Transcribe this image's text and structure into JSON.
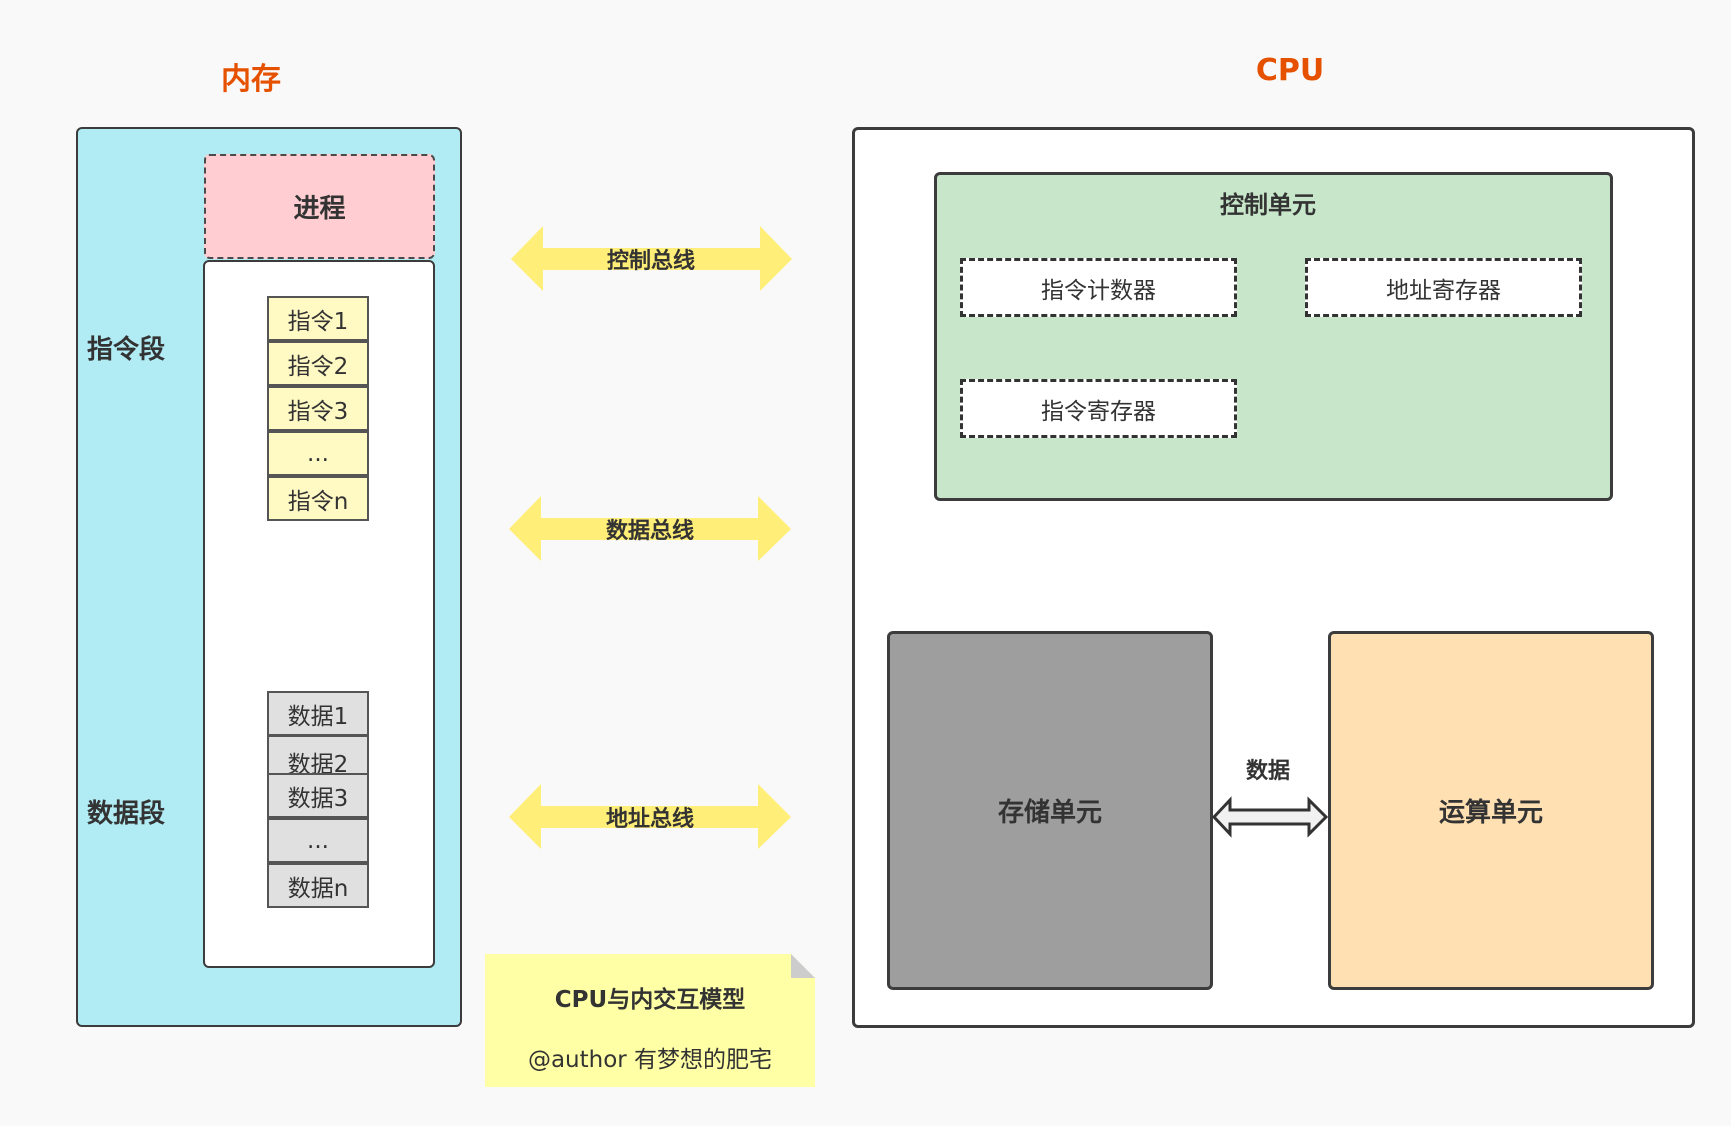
{
  "memory": {
    "title": "内存",
    "process_label": "进程",
    "instruction_segment_label": "指令段",
    "data_segment_label": "数据段",
    "instructions": [
      "指令1",
      "指令2",
      "指令3",
      "...",
      "指令n"
    ],
    "data_cells": [
      "数据1",
      "数据2",
      "数据3",
      "...",
      "数据n"
    ]
  },
  "buses": [
    {
      "label": "控制总线",
      "direction": "bidirectional"
    },
    {
      "label": "数据总线",
      "direction": "bidirectional"
    },
    {
      "label": "地址总线",
      "direction": "bidirectional"
    }
  ],
  "cpu": {
    "title": "CPU",
    "control_unit": {
      "title": "控制单元",
      "registers": [
        "指令计数器",
        "地址寄存器",
        "指令寄存器"
      ]
    },
    "storage_unit_label": "存储单元",
    "alu_label": "运算单元",
    "internal_link_label": "数据"
  },
  "note": {
    "title": "CPU与内交互模型",
    "author": "@author 有梦想的肥宅"
  },
  "colors": {
    "title_accent": "#e65100",
    "memory_bg": "#b1ebf3",
    "process_bg": "#ffcdd2",
    "instruction_bg": "#fff9c4",
    "data_bg": "#e0e0e0",
    "bus_arrow": "#ffee77",
    "control_unit_bg": "#c8e6c9",
    "storage_unit_bg": "#9e9e9e",
    "alu_bg": "#ffe0b2",
    "note_bg": "#ffffa6"
  }
}
